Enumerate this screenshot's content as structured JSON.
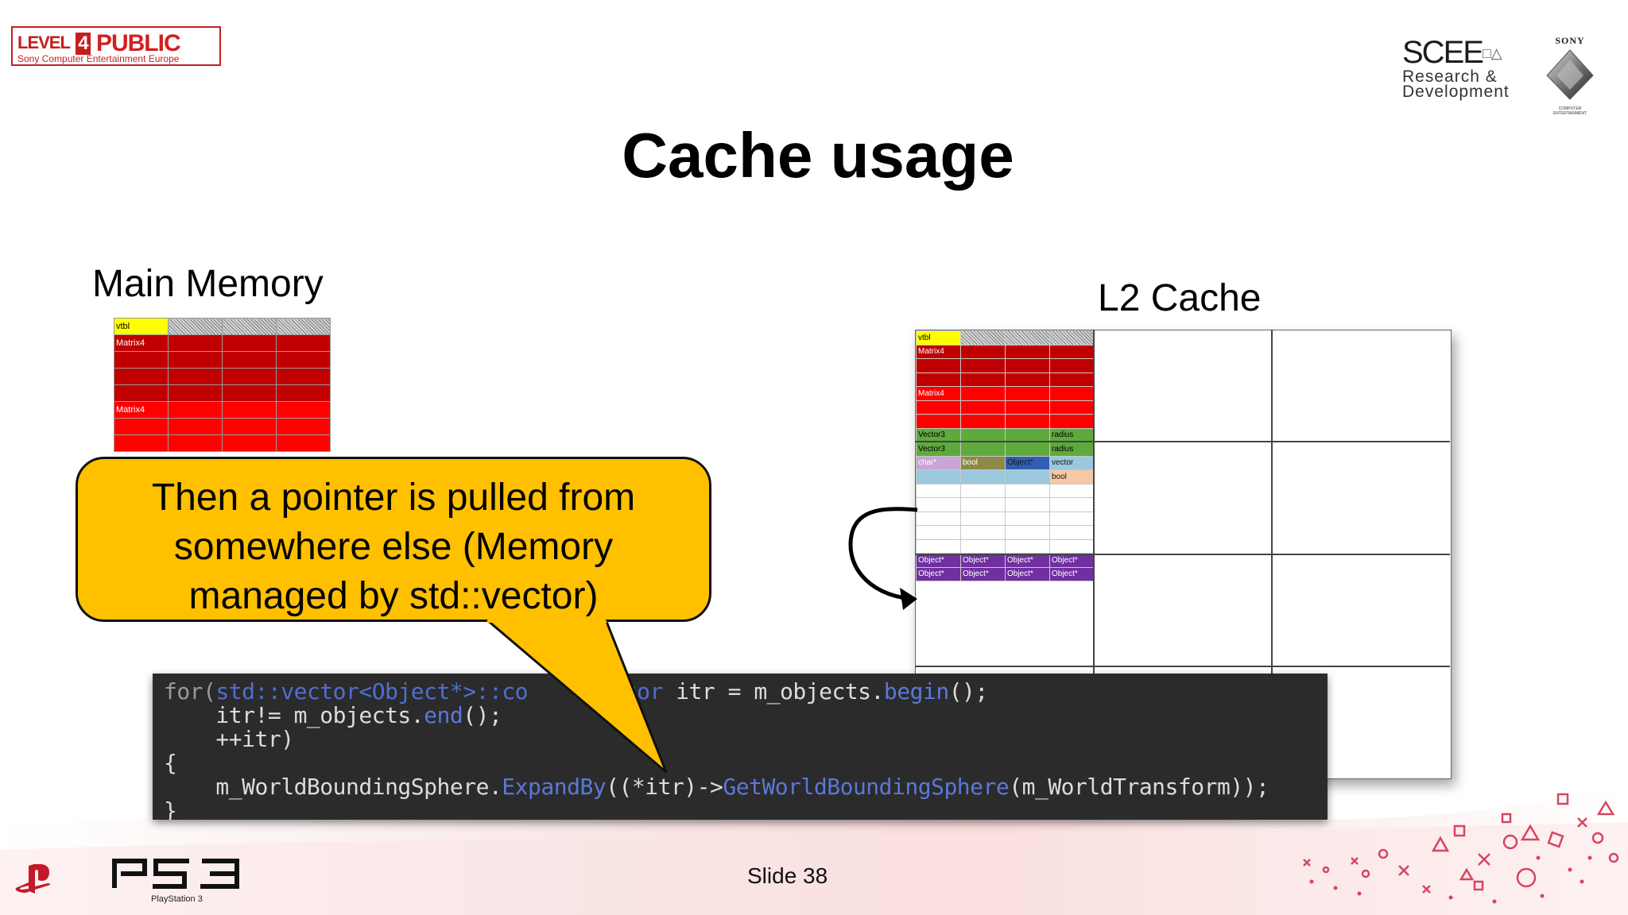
{
  "slide": {
    "title": "Cache usage",
    "slide_number": "Slide 38"
  },
  "logos": {
    "level4": {
      "main_level": "LEVEL",
      "main_num": "4",
      "main_word": "PUBLIC",
      "sub": "Sony Computer Entertainment Europe"
    },
    "scee": {
      "main": "SCEE",
      "sub1": "Research &",
      "sub2": "Development"
    },
    "sony": {
      "word": "SONY",
      "sub": "COMPUTER ENTERTAINMENT"
    },
    "ps3": {
      "word": "PS3",
      "sub": "PlayStation 3"
    }
  },
  "main_memory": {
    "label": "Main Memory",
    "cells": {
      "vtbl": "vtbl",
      "m1": "Matrix4",
      "m2": "Matrix4"
    }
  },
  "l2_cache": {
    "label": "L2 Cache",
    "cells": {
      "vtbl": "vtbl",
      "m1": "Matrix4",
      "m2": "Matrix4",
      "v1": "Vector3",
      "v2": "Vector3",
      "r1": "radius",
      "r2": "radius",
      "char": "char*",
      "bool1": "bool",
      "obj": "Object*",
      "vec": "vector",
      "bool2": "bool",
      "o": "Object*"
    }
  },
  "callout": {
    "line1": "Then a pointer is pulled from",
    "line2": "somewhere else (Memory",
    "line3": "managed by std::vector)"
  },
  "code": {
    "l1a": "for(",
    "l1b": "std::vector<Object*>::co",
    "l1c": "rator",
    "l1d": " itr = m_objects.",
    "l1e": "begin",
    "l1f": "();",
    "l2a": "    itr!= m_objects.",
    "l2b": "end",
    "l2c": "();",
    "l3": "    ++itr)",
    "l4": "{",
    "l5a": "    m_WorldBoundingSphere.",
    "l5b": "ExpandBy",
    "l5c": "((*itr)->",
    "l5d": "GetWorldBoundingSphere",
    "l5e": "(m_WorldTransform));",
    "l6": "}"
  },
  "colors": {
    "callout": "#ffc000",
    "code_bg": "#2b2b2b",
    "dark_red": "#c00000",
    "red": "#ff0000",
    "vtbl_yellow": "#ffff00",
    "object_purple": "#7030a0"
  }
}
